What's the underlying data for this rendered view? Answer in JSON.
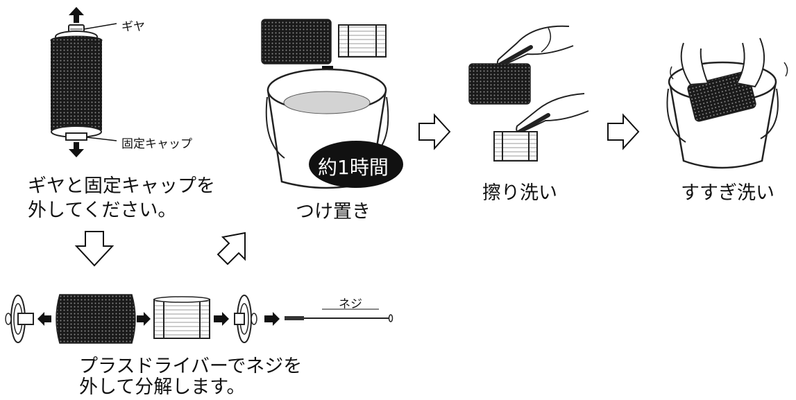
{
  "labels": {
    "gear": "ギヤ",
    "fixed_cap": "固定キャップ",
    "screw": "ネジ"
  },
  "captions": {
    "remove_line1": "ギヤと固定キャップを",
    "remove_line2": "外してください。",
    "soak": "つけ置き",
    "scrub": "擦り洗い",
    "rinse": "すすぎ洗い",
    "disassemble_line1": "プラスドライバーでネジを",
    "disassemble_line2": "外して分解します。"
  },
  "soak_badge": "約1時間"
}
